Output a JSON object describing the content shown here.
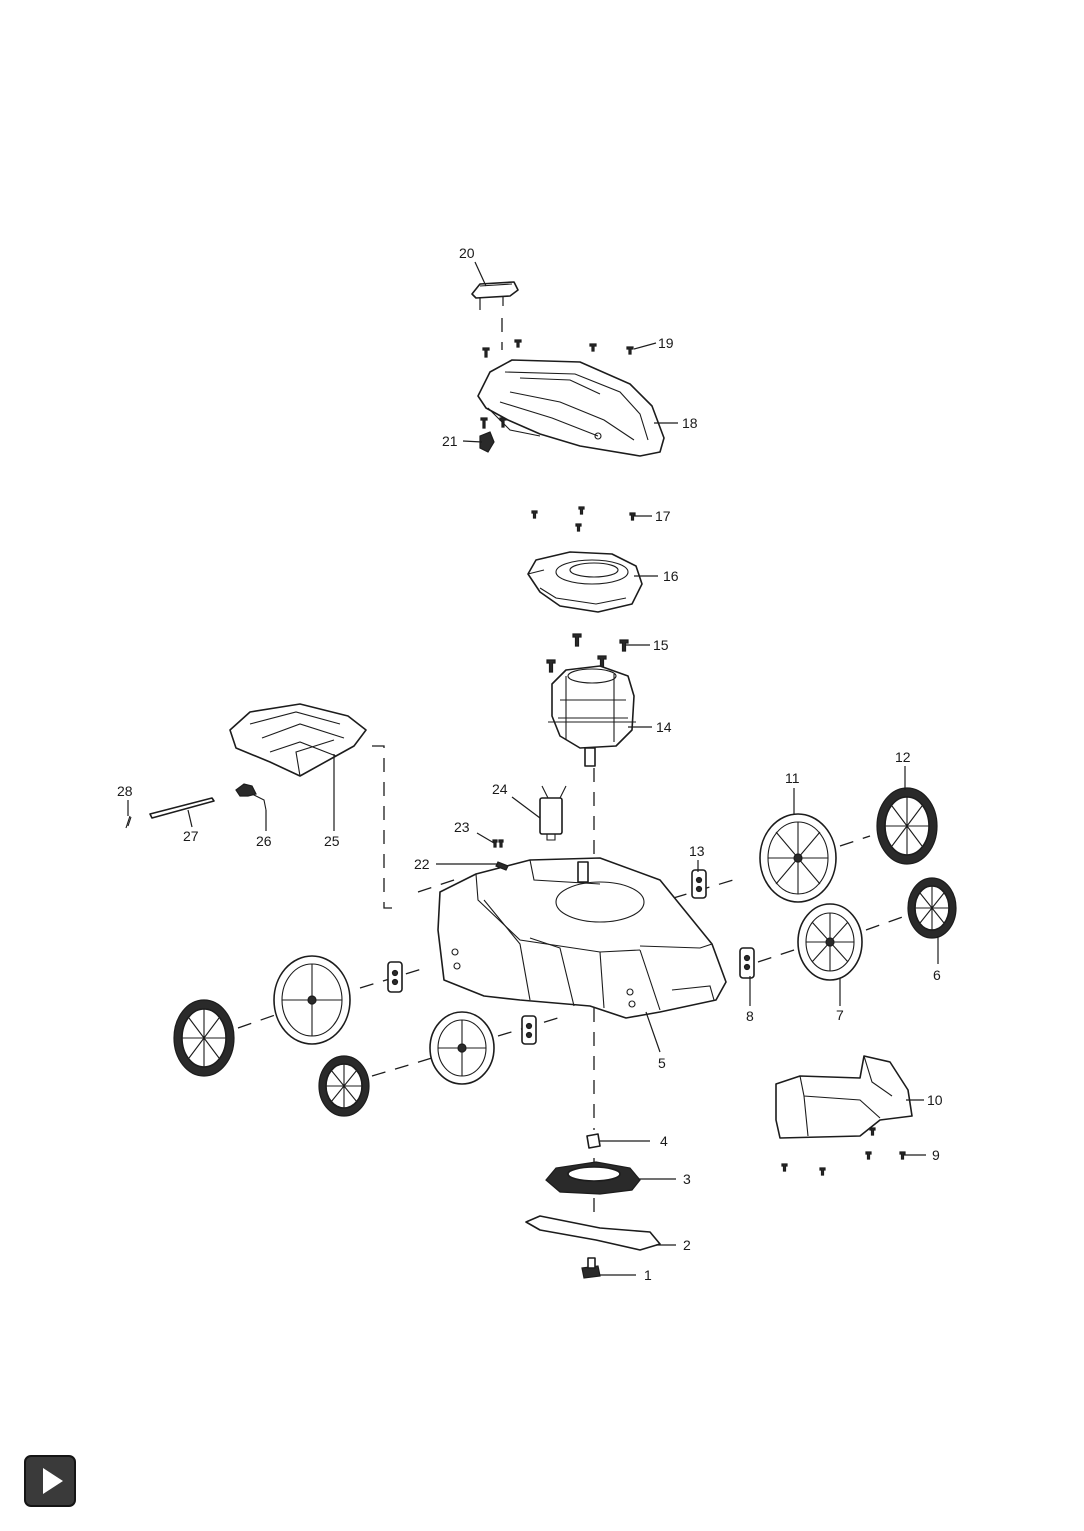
{
  "labels": {
    "p1": "1",
    "p2": "2",
    "p3": "3",
    "p4": "4",
    "p5": "5",
    "p6": "6",
    "p7": "7",
    "p8": "8",
    "p9": "9",
    "p10": "10",
    "p11": "11",
    "p12": "12",
    "p13": "13",
    "p14": "14",
    "p15": "15",
    "p16": "16",
    "p17": "17",
    "p18": "18",
    "p19": "19",
    "p20": "20",
    "p21": "21",
    "p22": "22",
    "p23": "23",
    "p24": "24",
    "p25": "25",
    "p26": "26",
    "p27": "27",
    "p28": "28"
  },
  "icons": {
    "play": "play-icon"
  }
}
